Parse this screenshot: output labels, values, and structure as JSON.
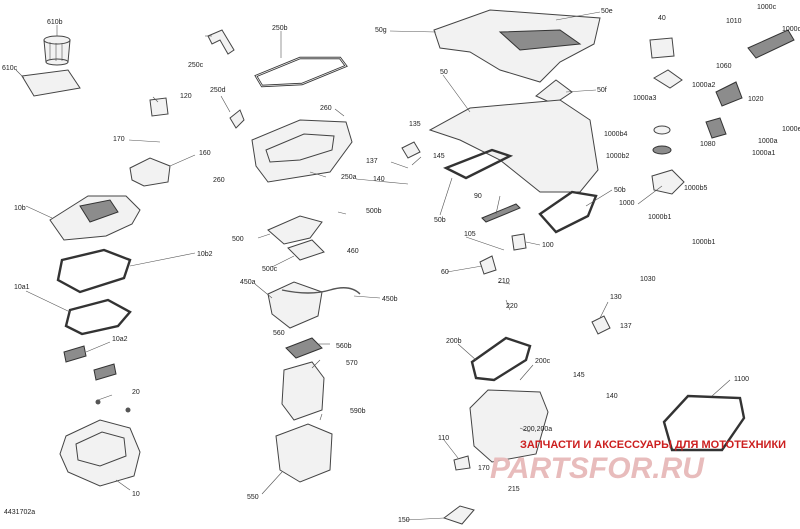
{
  "drawing_number": "4431702a",
  "watermark": {
    "text": "ЗАПЧАСТИ И АКСЕССУАРЫ ДЛЯ МОТОТЕХНИКИ",
    "logo": "PARTSFOR.RU",
    "color": "#cc1f1f"
  },
  "callouts": [
    "610b",
    "610c",
    "250c",
    "250b",
    "50g",
    "50e",
    "40",
    "1000c",
    "1010",
    "1000d",
    "120",
    "250d",
    "1060",
    "1000a3",
    "1000a2",
    "1020",
    "50",
    "50f",
    "260",
    "170",
    "1000b4",
    "1000a",
    "1000e",
    "135",
    "137",
    "145",
    "140",
    "1000b2",
    "1080",
    "1000a1",
    "160",
    "250a",
    "260",
    "10b",
    "500b",
    "50b",
    "90",
    "1000b5",
    "1000",
    "1000b1",
    "10b2",
    "500",
    "105",
    "100",
    "460",
    "60",
    "500c",
    "1030",
    "10a1",
    "450a",
    "210",
    "450b",
    "130",
    "220",
    "560b",
    "560",
    "137",
    "10a2",
    "200b",
    "200c",
    "570",
    "145",
    "1100",
    "140",
    "20",
    "590b",
    "200,200a",
    "110",
    "10",
    "550",
    "170",
    "215",
    "150"
  ]
}
